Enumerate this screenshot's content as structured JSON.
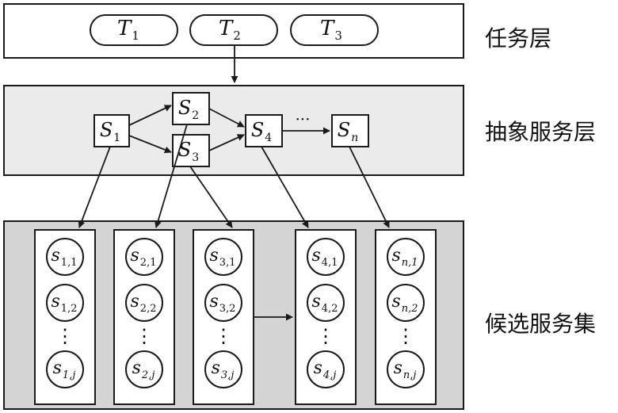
{
  "layers": {
    "task": "任务层",
    "abstract": "抽象服务层",
    "candidate": "候选服务集"
  },
  "tasks": [
    {
      "base": "T",
      "sub": "1"
    },
    {
      "base": "T",
      "sub": "2"
    },
    {
      "base": "T",
      "sub": "3"
    }
  ],
  "abstract_services": [
    {
      "base": "S",
      "sub": "1"
    },
    {
      "base": "S",
      "sub": "2"
    },
    {
      "base": "S",
      "sub": "3"
    },
    {
      "base": "S",
      "sub": "4"
    },
    {
      "base": "S",
      "sub": "n"
    }
  ],
  "ellipsis_h": "···",
  "candidate_columns": [
    {
      "top": {
        "base": "s",
        "sub": "1,1"
      },
      "mid": {
        "base": "s",
        "sub": "1,2"
      },
      "dots": "⋮",
      "bottom": {
        "base": "s",
        "sub": "1,j"
      }
    },
    {
      "top": {
        "base": "s",
        "sub": "2,1"
      },
      "mid": {
        "base": "s",
        "sub": "2,2"
      },
      "dots": "⋮",
      "bottom": {
        "base": "s",
        "sub": "2,j"
      }
    },
    {
      "top": {
        "base": "s",
        "sub": "3,1"
      },
      "mid": {
        "base": "s",
        "sub": "3,2"
      },
      "dots": "⋮",
      "bottom": {
        "base": "s",
        "sub": "3,j"
      }
    },
    {
      "top": {
        "base": "s",
        "sub": "4,1"
      },
      "mid": {
        "base": "s",
        "sub": "4,2"
      },
      "dots": "⋮",
      "bottom": {
        "base": "s",
        "sub": "4,j"
      }
    },
    {
      "top": {
        "base": "s",
        "sub": "n,1"
      },
      "mid": {
        "base": "s",
        "sub": "n,2"
      },
      "dots": "⋮",
      "bottom": {
        "base": "s",
        "sub": "n,j"
      }
    }
  ],
  "colors": {
    "task_layer_fill": "#ffffff",
    "abstract_layer_fill": "#ebebeb",
    "candidate_layer_fill": "#d4d4d4",
    "stroke": "#1a1a1a"
  }
}
